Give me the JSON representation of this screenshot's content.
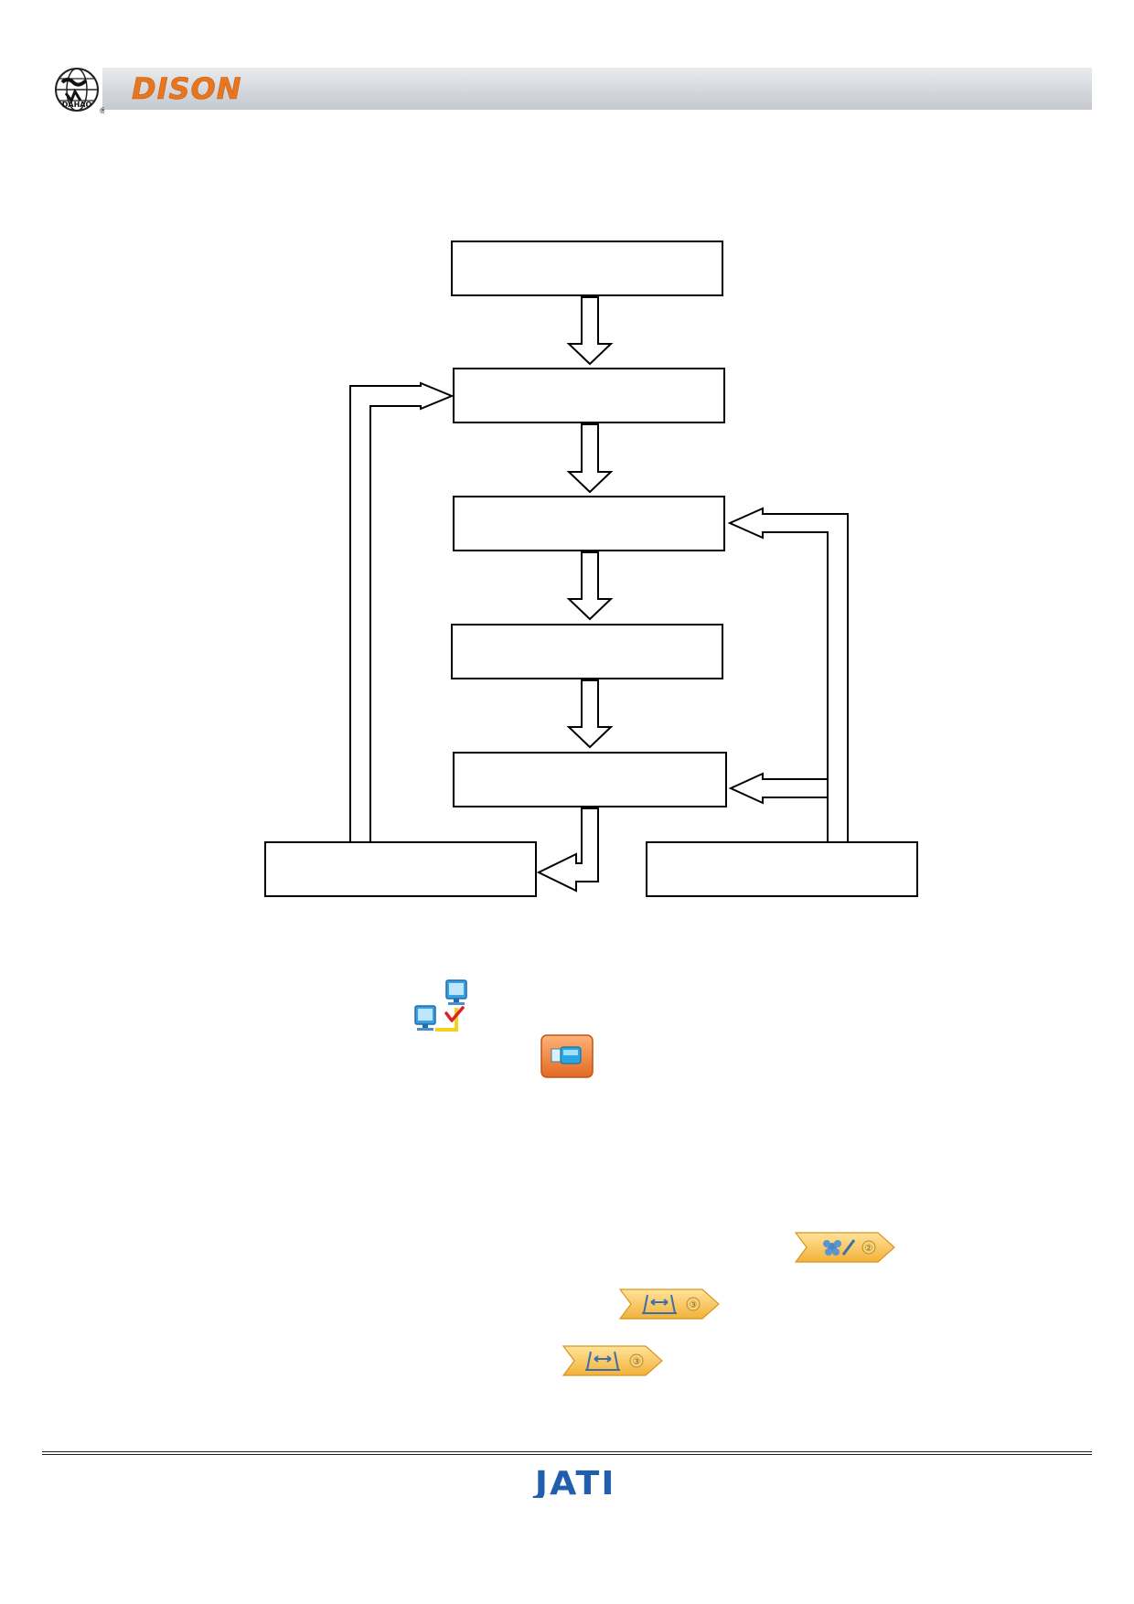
{
  "header": {
    "brand_mark": "DAHAO",
    "brand_name": "DISON",
    "registered": "®"
  },
  "flowchart": {
    "boxes": [
      "",
      "",
      "",
      "",
      "",
      "",
      ""
    ]
  },
  "icons": [
    {
      "name": "network-transfer-icon"
    },
    {
      "name": "usb-drive-button-icon"
    },
    {
      "name": "pattern-edit-step-icon",
      "step": "②"
    },
    {
      "name": "frame-size-step-icon",
      "step": "③"
    },
    {
      "name": "frame-size-step-icon",
      "step": "③"
    }
  ],
  "footer": {
    "brand": "JATI"
  },
  "colors": {
    "header_bar": "#d2d6db",
    "dison_orange": "#e8761e",
    "jati_blue": "#1f5fae",
    "tab_yellow": "#f7c04a"
  }
}
